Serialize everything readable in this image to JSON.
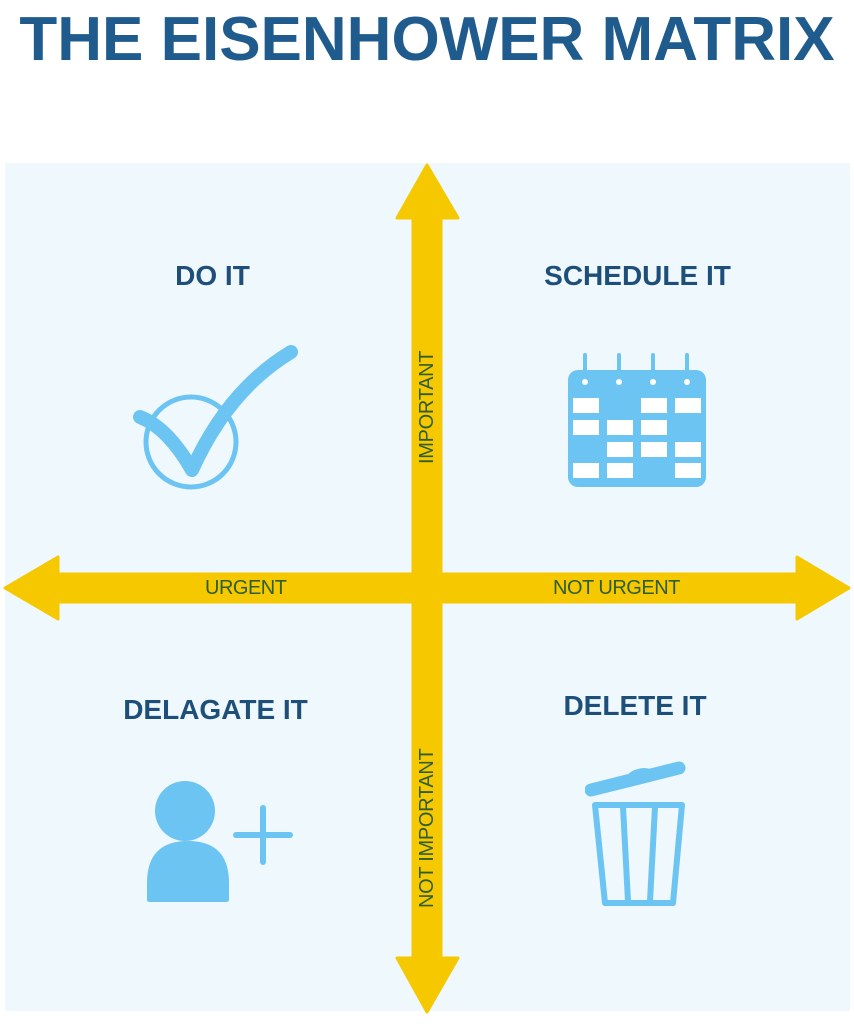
{
  "title": "THE EISENHOWER MATRIX",
  "colors": {
    "title": "#1f5c8d",
    "quadrant_label": "#1d4f7a",
    "panel_background": "#eff8fc",
    "arrow": "#f5c800",
    "axis_text": "#2f5d2e",
    "icon": "#6cc4f2"
  },
  "axes": {
    "vertical": {
      "top_label": "IMPORTANT",
      "bottom_label": "NOT IMPORTANT"
    },
    "horizontal": {
      "left_label": "URGENT",
      "right_label": "NOT URGENT"
    }
  },
  "quadrants": [
    {
      "position": "top-left",
      "label": "DO IT",
      "icon": "check-circle-icon"
    },
    {
      "position": "top-right",
      "label": "SCHEDULE IT",
      "icon": "calendar-icon"
    },
    {
      "position": "bottom-left",
      "label": "DELAGATE IT",
      "icon": "add-user-icon"
    },
    {
      "position": "bottom-right",
      "label": "DELETE IT",
      "icon": "trash-can-icon"
    }
  ]
}
